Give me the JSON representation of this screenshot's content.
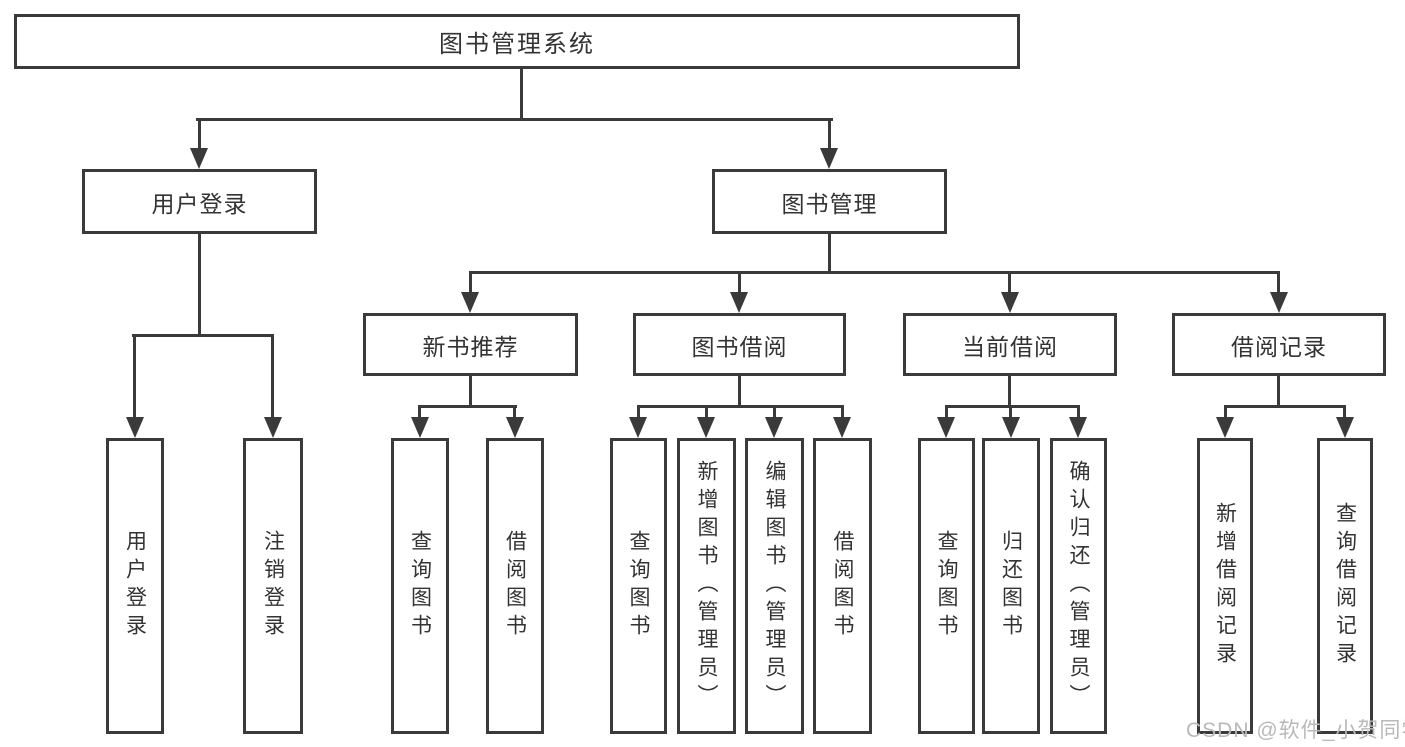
{
  "diagram": {
    "root": {
      "label": "图书管理系统"
    },
    "level1": {
      "user_login": {
        "label": "用户登录"
      },
      "book_mgmt": {
        "label": "图书管理"
      }
    },
    "level2": {
      "new_books": {
        "label": "新书推荐"
      },
      "book_borrow": {
        "label": "图书借阅"
      },
      "current_borrow": {
        "label": "当前借阅"
      },
      "borrow_records": {
        "label": "借阅记录"
      }
    },
    "leaves": {
      "ul_login": {
        "label": "用户登录"
      },
      "ul_logout": {
        "label": "注销登录"
      },
      "nb_query": {
        "label": "查询图书"
      },
      "nb_borrow": {
        "label": "借阅图书"
      },
      "bb_query": {
        "label": "查询图书"
      },
      "bb_add": {
        "label": "新增图书（管理员）"
      },
      "bb_edit": {
        "label": "编辑图书（管理员）"
      },
      "bb_borrow": {
        "label": "借阅图书"
      },
      "cb_query": {
        "label": "查询图书"
      },
      "cb_return": {
        "label": "归还图书"
      },
      "cb_confirm": {
        "label": "确认归还（管理员）"
      },
      "br_add": {
        "label": "新增借阅记录"
      },
      "br_query": {
        "label": "查询借阅记录"
      }
    },
    "watermark": "CSDN @软件_小贺同学",
    "colors": {
      "line": "#3a3a3a",
      "text": "#333333",
      "watermark": "#b9b9b9",
      "background": "#ffffff"
    }
  }
}
